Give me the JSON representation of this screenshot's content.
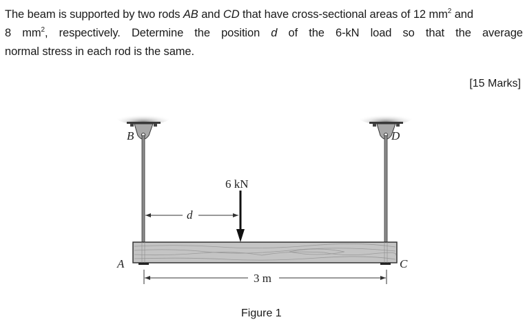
{
  "problem": {
    "line1_words": [
      "The beam is supported by two rods ",
      "AB",
      " and ",
      "CD",
      " that have cross-sectional areas of 12 mm",
      "2",
      " and"
    ],
    "line2_words": [
      "8",
      "mm",
      "2",
      ",",
      "respectively.",
      "Determine",
      "the",
      "position",
      "d",
      "of",
      "the",
      "6-kN",
      "load",
      "so",
      "that",
      "the",
      "average"
    ],
    "line3": "normal stress in each rod is the same.",
    "full_text": "The beam is supported by two rods AB and CD that have cross-sectional areas of 12 mm² and 8 mm², respectively. Determine the position d of the 6-kN load so that the average normal stress in each rod is the same."
  },
  "marks": "[15 Marks]",
  "figure": {
    "caption": "Figure 1",
    "labels": {
      "B": "B",
      "D": "D",
      "A": "A",
      "C": "C",
      "d": "d",
      "load": "6 kN",
      "span": "3 m"
    },
    "rod_AB_area": "12 mm²",
    "rod_CD_area": "8 mm²",
    "load_kN": 6,
    "span_m": 3
  }
}
